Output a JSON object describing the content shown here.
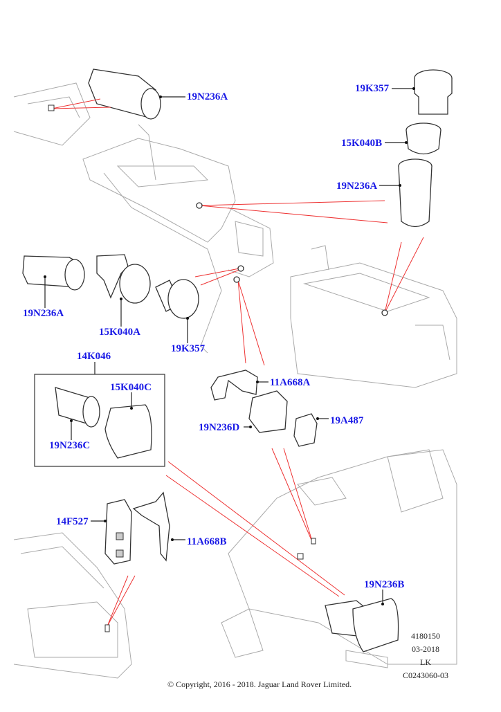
{
  "diagram": {
    "title": "Cigar lighter / power socket parts diagram",
    "callouts": [
      {
        "id": "c1",
        "label": "19N236A"
      },
      {
        "id": "c2",
        "label": "19K357"
      },
      {
        "id": "c3",
        "label": "15K040B"
      },
      {
        "id": "c4",
        "label": "19N236A"
      },
      {
        "id": "c5",
        "label": "19N236A"
      },
      {
        "id": "c6",
        "label": "15K040A"
      },
      {
        "id": "c7",
        "label": "19K357"
      },
      {
        "id": "c8",
        "label": "14K046"
      },
      {
        "id": "c9",
        "label": "15K040C"
      },
      {
        "id": "c10",
        "label": "19N236C"
      },
      {
        "id": "c11",
        "label": "11A668A"
      },
      {
        "id": "c12",
        "label": "19N236D"
      },
      {
        "id": "c13",
        "label": "19A487"
      },
      {
        "id": "c14",
        "label": "14F527"
      },
      {
        "id": "c15",
        "label": "11A668B"
      },
      {
        "id": "c16",
        "label": "19N236B"
      }
    ],
    "info_block": [
      "4180150",
      "03-2018",
      "LK",
      "C0243060-03"
    ],
    "copyright": "© Copyright, 2016 - 2018. Jaguar Land Rover Limited."
  },
  "colors": {
    "callout": "#1a1ae6",
    "leader_red": "#e33333",
    "line": "#333333"
  }
}
